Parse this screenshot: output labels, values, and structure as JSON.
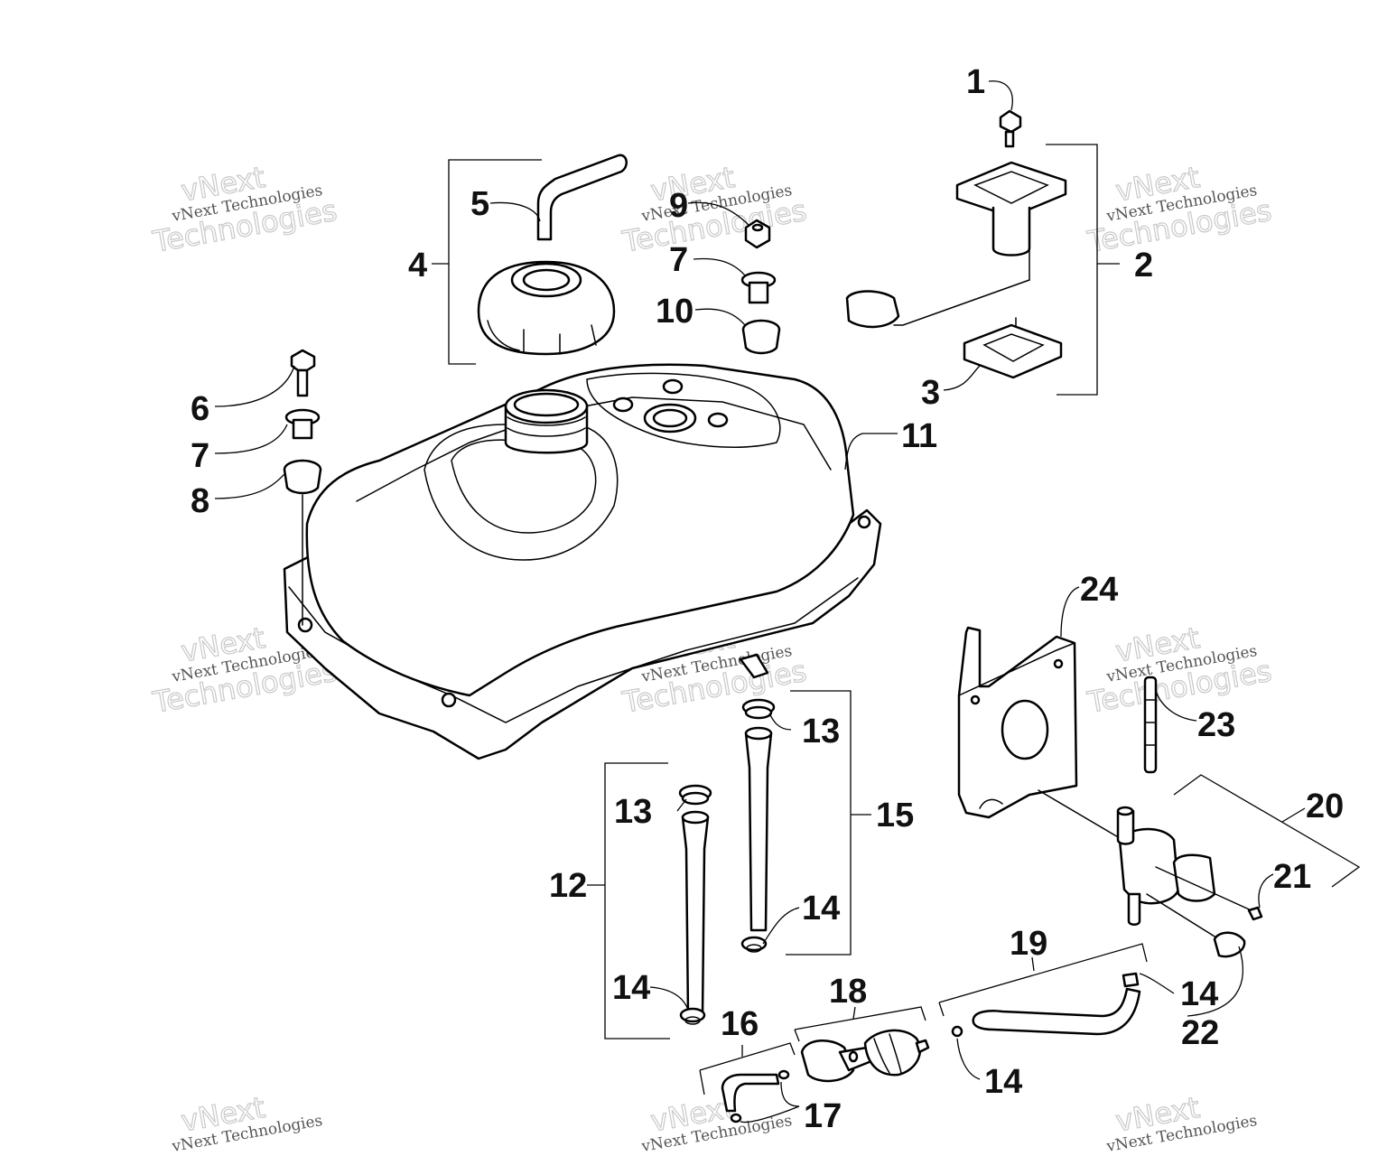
{
  "callouts": [
    {
      "id": "c1",
      "text": "1"
    },
    {
      "id": "c2",
      "text": "2"
    },
    {
      "id": "c3",
      "text": "3"
    },
    {
      "id": "c4",
      "text": "4"
    },
    {
      "id": "c5",
      "text": "5"
    },
    {
      "id": "c6",
      "text": "6"
    },
    {
      "id": "c7a",
      "text": "7"
    },
    {
      "id": "c7b",
      "text": "7"
    },
    {
      "id": "c8",
      "text": "8"
    },
    {
      "id": "c9",
      "text": "9"
    },
    {
      "id": "c10",
      "text": "10"
    },
    {
      "id": "c11",
      "text": "11"
    },
    {
      "id": "c12",
      "text": "12"
    },
    {
      "id": "c13a",
      "text": "13"
    },
    {
      "id": "c13b",
      "text": "13"
    },
    {
      "id": "c14a",
      "text": "14"
    },
    {
      "id": "c14b",
      "text": "14"
    },
    {
      "id": "c14c",
      "text": "14"
    },
    {
      "id": "c14d",
      "text": "14"
    },
    {
      "id": "c15",
      "text": "15"
    },
    {
      "id": "c16",
      "text": "16"
    },
    {
      "id": "c17",
      "text": "17"
    },
    {
      "id": "c18",
      "text": "18"
    },
    {
      "id": "c19",
      "text": "19"
    },
    {
      "id": "c20",
      "text": "20"
    },
    {
      "id": "c21",
      "text": "21"
    },
    {
      "id": "c22",
      "text": "22"
    },
    {
      "id": "c23",
      "text": "23"
    },
    {
      "id": "c24",
      "text": "24"
    }
  ],
  "watermark": {
    "line_a": "vNext Technologies",
    "line_b": "vNext",
    "line_c": "Technologies"
  },
  "colors": {
    "ink": "#000000",
    "paper": "#ffffff",
    "watermark": "#c9c9c9"
  }
}
